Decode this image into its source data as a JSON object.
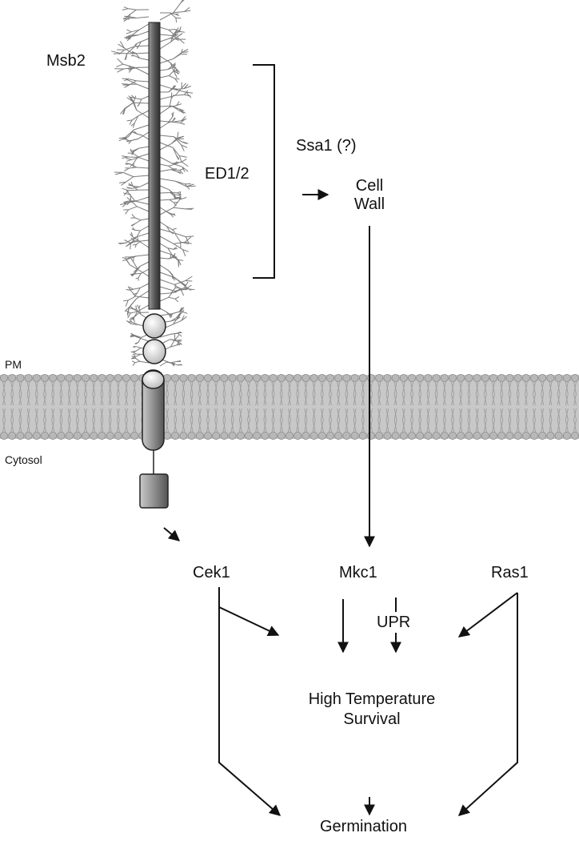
{
  "labels": {
    "msb2": "Msb2",
    "ed12": "ED1/2",
    "ssa1": "Ssa1 (?)",
    "cell_wall_line1": "Cell",
    "cell_wall_line2": "Wall",
    "pm": "PM",
    "cytosol": "Cytosol",
    "cek1": "Cek1",
    "mkc1": "Mkc1",
    "ras1": "Ras1",
    "upr": "UPR",
    "hts_line1": "High Temperature",
    "hts_line2": "Survival",
    "germination": "Germination"
  },
  "colors": {
    "ink": "#111111",
    "membrane_fill": "#c8c8c8",
    "lipid_head": "#b5b5b5",
    "glycan": "#7a7a7a"
  }
}
